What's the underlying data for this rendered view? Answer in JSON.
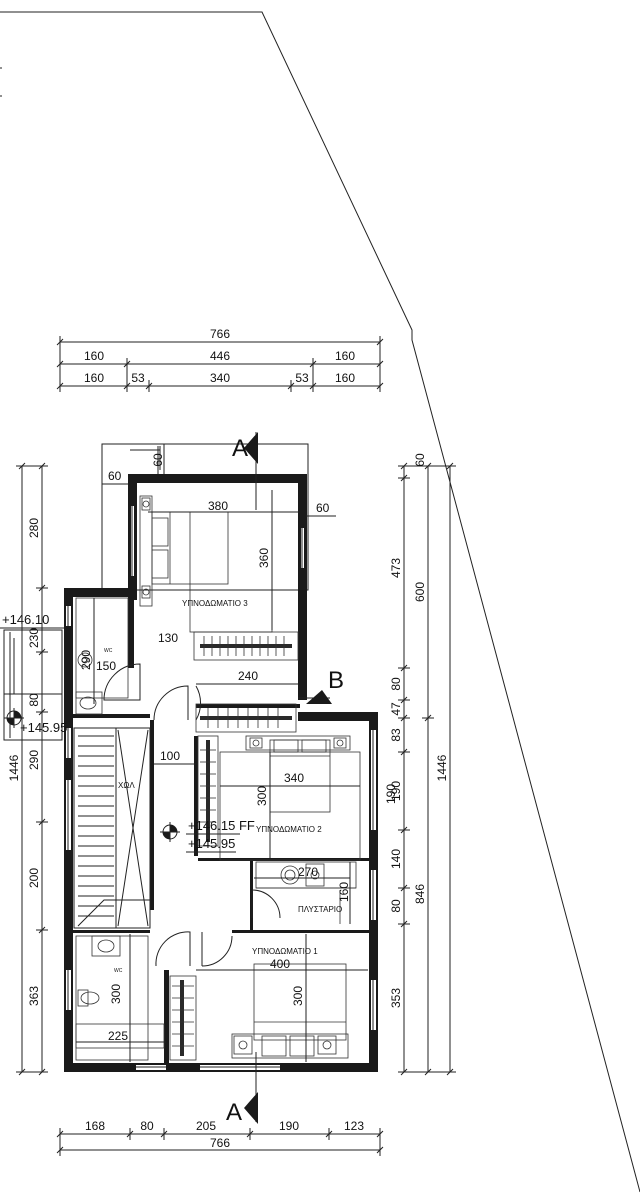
{
  "section_marks": [
    "A",
    "A",
    "B"
  ],
  "levels": {
    "level_1": "+146.10",
    "level_2": "+145.95",
    "level_3": "+146.15 FF",
    "level_4": "+145.95"
  },
  "rooms": {
    "bedroom_3": "ΥΠΝΟΔΩΜΑΤΙΟ 3",
    "bedroom_2": "ΥΠΝΟΔΩΜΑΤΙΟ 2",
    "bedroom_1": "ΥΠΝΟΔΩΜΑΤΙΟ 1",
    "laundry": "ΠΛΥΣΤΑΡΙΟ",
    "hall": "ΧΩΛ",
    "wc_upper": "WC",
    "wc_lower": "WC"
  },
  "dims": {
    "top": {
      "overall": "766",
      "row2": [
        "160",
        "446",
        "160"
      ],
      "row3": [
        "160",
        "53",
        "340",
        "53",
        "160"
      ]
    },
    "bottom": {
      "row1": [
        "168",
        "80",
        "205",
        "190",
        "123"
      ],
      "overall": "766"
    },
    "left": [
      "280",
      "230",
      "80",
      "290",
      "200",
      "363"
    ],
    "left_overall": "1446",
    "right_inner": [
      "60",
      "473",
      "80",
      "47",
      "83",
      "190",
      "140",
      "80",
      "353"
    ],
    "right_mid": [
      "600",
      "846"
    ],
    "right_overall": "1446",
    "interior": {
      "d60a": "60",
      "d60b": "60",
      "d60c": "60",
      "d380": "380",
      "d360": "360",
      "d130": "130",
      "d150": "150",
      "d290": "290",
      "d240": "240",
      "d100": "100",
      "d340": "340",
      "d300a": "300",
      "d190": "190",
      "d270": "270",
      "d160": "160",
      "d400": "400",
      "d300b": "300",
      "d300c": "300",
      "d225": "225"
    }
  }
}
